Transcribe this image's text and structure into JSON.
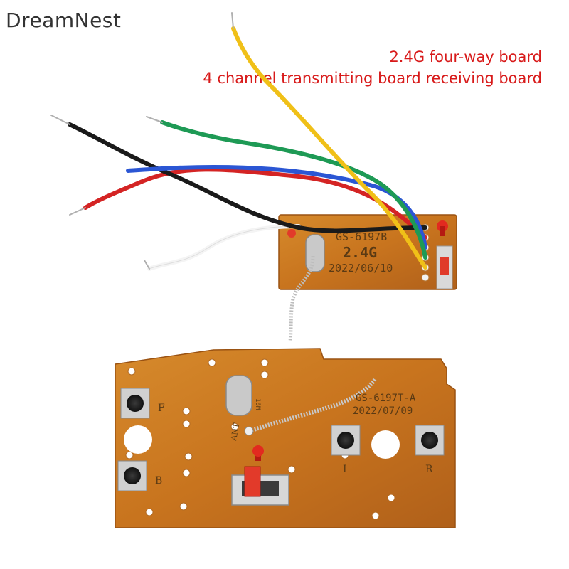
{
  "watermark": {
    "brand": "DreamNest"
  },
  "caption": {
    "line1": "2.4G four-way board",
    "line2": "4 channel transmitting board receiving board"
  },
  "receiver_board": {
    "model": "GS-6197B",
    "band": "2.4G",
    "date": "2022/06/10",
    "wire_colors": [
      "#1a1a1a",
      "#2b56d4",
      "#d42424",
      "#1e9a55",
      "#f0c018",
      "#f4f4f4"
    ]
  },
  "transmitter_board": {
    "model": "GS-6197T-A",
    "date": "2022/07/09",
    "crystal": "16M",
    "antenna_label": "ANT",
    "button_labels": {
      "forward": "F",
      "back": "B",
      "left": "L",
      "right": "R"
    }
  },
  "colors": {
    "caption": "#d81a1a",
    "pcb": "#c8741e",
    "pcb_dark": "#a95a14"
  }
}
